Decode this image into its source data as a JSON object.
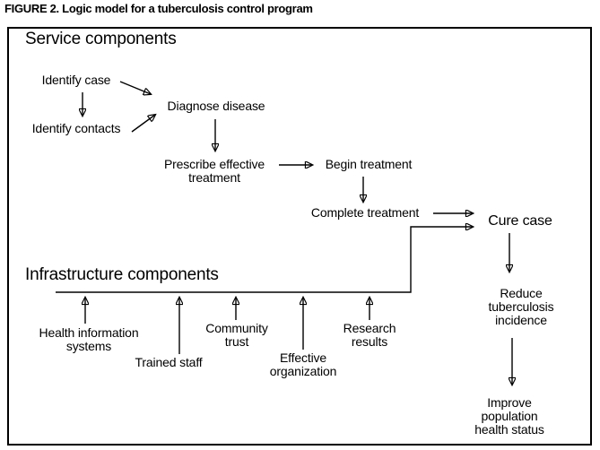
{
  "figure": {
    "title": "FIGURE 2. Logic model for a tuberculosis control program",
    "colors": {
      "ink": "#000000",
      "background": "#ffffff"
    }
  },
  "diagram": {
    "service_heading": "Service components",
    "infrastructure_heading": "Infrastructure components",
    "nodes": {
      "identify_case": "Identify case",
      "identify_contacts": "Identify contacts",
      "diagnose_disease": "Diagnose disease",
      "prescribe_effective_treatment": "Prescribe effective\ntreatment",
      "begin_treatment": "Begin treatment",
      "complete_treatment": "Complete treatment",
      "cure_case": "Cure case",
      "reduce_tuberculosis_incidence": "Reduce\ntuberculosis\nincidence",
      "improve_population_health_status": "Improve population\nhealth status",
      "health_information_systems": "Health information\nsystems",
      "trained_staff": "Trained staff",
      "community_trust": "Community\ntrust",
      "effective_organization": "Effective\norganization",
      "research_results": "Research\nresults"
    },
    "edges": [
      {
        "from": "identify_case",
        "to": "identify_contacts"
      },
      {
        "from": "identify_case",
        "to": "diagnose_disease"
      },
      {
        "from": "identify_contacts",
        "to": "diagnose_disease"
      },
      {
        "from": "diagnose_disease",
        "to": "prescribe_effective_treatment"
      },
      {
        "from": "prescribe_effective_treatment",
        "to": "begin_treatment"
      },
      {
        "from": "begin_treatment",
        "to": "complete_treatment"
      },
      {
        "from": "complete_treatment",
        "to": "cure_case"
      },
      {
        "from": "infrastructure_line",
        "to": "cure_case"
      },
      {
        "from": "cure_case",
        "to": "reduce_tuberculosis_incidence"
      },
      {
        "from": "reduce_tuberculosis_incidence",
        "to": "improve_population_health_status"
      },
      {
        "from": "health_information_systems",
        "to": "infrastructure_line"
      },
      {
        "from": "trained_staff",
        "to": "infrastructure_line"
      },
      {
        "from": "community_trust",
        "to": "infrastructure_line"
      },
      {
        "from": "effective_organization",
        "to": "infrastructure_line"
      },
      {
        "from": "research_results",
        "to": "infrastructure_line"
      }
    ]
  }
}
